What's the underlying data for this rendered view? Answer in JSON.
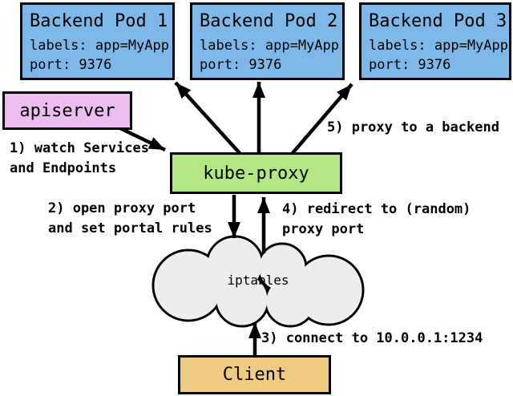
{
  "colors": {
    "pod_fill": "#7DB8E8",
    "apiserver_fill": "#EDBDF1",
    "kube_proxy_fill": "#B2E883",
    "client_fill": "#EFCB82",
    "cloud_fill": "#EDEDED",
    "line_color": "#000000",
    "background": "#FFFFFF"
  },
  "pods": [
    {
      "title": "Backend Pod 1",
      "labels": "labels: app=MyApp",
      "port": "port: 9376"
    },
    {
      "title": "Backend Pod 2",
      "labels": "labels: app=MyApp",
      "port": "port: 9376"
    },
    {
      "title": "Backend Pod 3",
      "labels": "labels: app=MyApp",
      "port": "port: 9376"
    }
  ],
  "nodes": {
    "apiserver": {
      "label": "apiserver"
    },
    "kube_proxy": {
      "label": "kube-proxy"
    },
    "iptables": {
      "label": "iptables"
    },
    "client": {
      "label": "Client"
    }
  },
  "annotations": {
    "watch": {
      "line1": "1) watch Services",
      "line2": "and Endpoints"
    },
    "open_port": {
      "line1": "2) open proxy port",
      "line2": "and set portal rules"
    },
    "connect": {
      "text": "3) connect to 10.0.0.1:1234"
    },
    "redirect": {
      "line1": "4) redirect to (random)",
      "line2": "proxy port"
    },
    "proxy_backend": {
      "text": "5) proxy to a backend"
    }
  }
}
